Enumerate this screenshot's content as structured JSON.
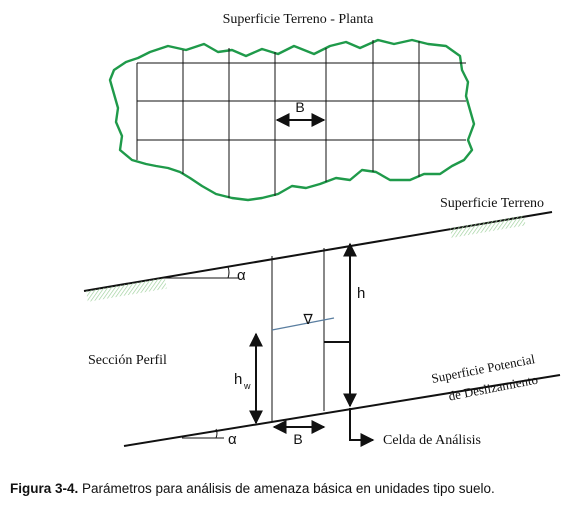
{
  "plan_view": {
    "title": "Superficie Terreno - Planta",
    "cell_width_label": "B"
  },
  "profile_section": {
    "section_label": "Sección Perfil",
    "terrain_surface_label": "Superficie Terreno",
    "sliding_surface_label_line1": "Superficie Potencial",
    "sliding_surface_label_line2": "de Deslizamiento",
    "slope_angle_top": "α",
    "slope_angle_bottom": "α",
    "height_label": "h",
    "water_height_label": "h",
    "water_height_subscript": "w",
    "water_table_symbol": "∇",
    "cell_width_label": "B",
    "analysis_cell_label": "Celda de Análisis"
  },
  "colors": {
    "plan_outline": "#1f9a4a",
    "hatch": "#9ccf9a",
    "water_line": "#5a7ea0"
  },
  "caption": {
    "label": "Figura 3-4.",
    "text": " Parámetros para análisis de amenaza básica en unidades tipo suelo."
  }
}
